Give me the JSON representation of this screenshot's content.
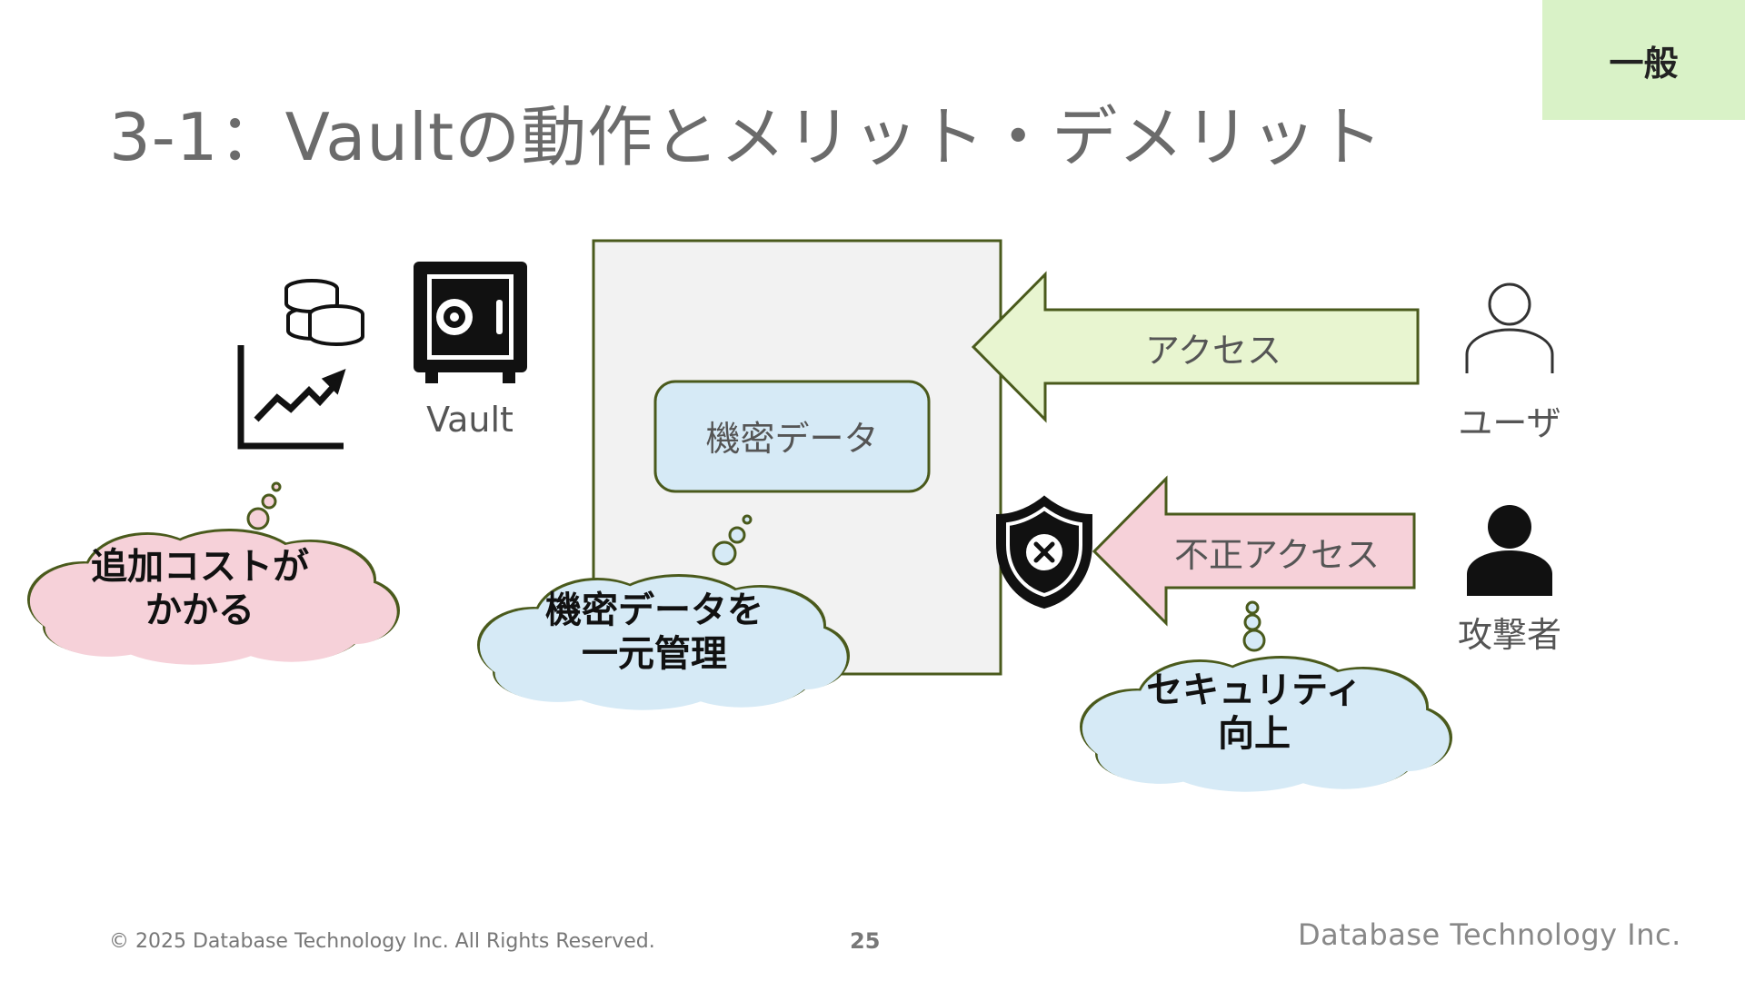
{
  "badge": {
    "label": "一般"
  },
  "slide": {
    "title": "3-1：Vaultの動作とメリット・デメリット"
  },
  "diagram": {
    "vault_label": "Vault",
    "secret_box_label": "機密データ",
    "access_arrow_label": "アクセス",
    "unauthorized_arrow_label": "不正アクセス",
    "user_label": "ユーザ",
    "attacker_label": "攻撃者",
    "cost_cloud": {
      "line1": "追加コストが",
      "line2": "かかる"
    },
    "central_cloud": {
      "line1": "機密データを",
      "line2": "一元管理"
    },
    "security_cloud": {
      "line1": "セキュリティ",
      "line2": "向上"
    }
  },
  "colors": {
    "outline": "#4a5a1c",
    "panel": "#f2f2f2",
    "access_arrow": "#e8f5d0",
    "unauthorized_arrow": "#f6d1d9",
    "blue_cloud": "#d6eaf6",
    "pink_cloud": "#f6d1d9",
    "badge": "#d9f2c7"
  },
  "footer": {
    "copyright": "© 2025 Database Technology Inc. All Rights Reserved.",
    "page_number": "25",
    "company_logo": "Database Technology Inc."
  },
  "icons": [
    "coins-icon",
    "growth-chart-icon",
    "safe-icon",
    "shield-x-icon",
    "user-outline-icon",
    "attacker-icon"
  ]
}
